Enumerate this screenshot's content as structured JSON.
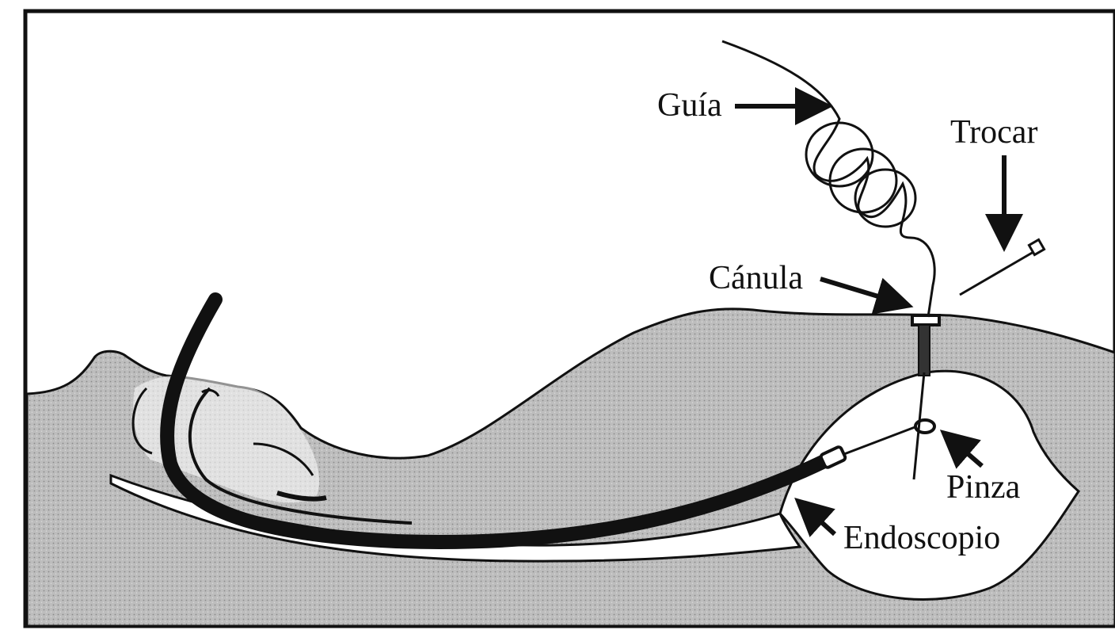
{
  "figure": {
    "labels": {
      "guia": "Guía",
      "trocar": "Trocar",
      "canula": "Cánula",
      "pinza": "Pinza",
      "endoscopio": "Endoscopio"
    },
    "colors": {
      "background": "#ffffff",
      "tissue": "#b9b9b9",
      "ink": "#111111",
      "cavity": "#ffffff"
    }
  }
}
